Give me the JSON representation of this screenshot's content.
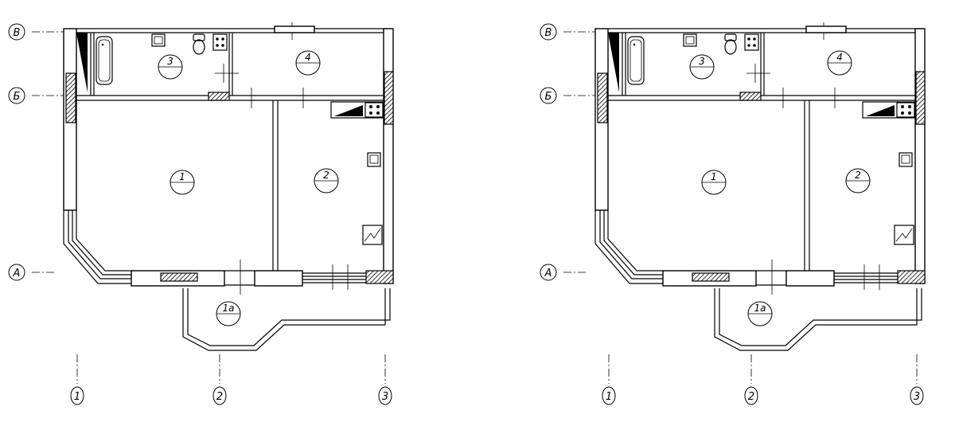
{
  "plans": [
    {
      "rooms": [
        {
          "label": "1"
        },
        {
          "label": "2"
        },
        {
          "label": "3"
        },
        {
          "label": "4"
        },
        {
          "label": "1a"
        }
      ],
      "axes": {
        "rows": [
          "В",
          "Б",
          "А"
        ],
        "cols": [
          "1",
          "2",
          "3"
        ]
      }
    },
    {
      "rooms": [
        {
          "label": "1"
        },
        {
          "label": "2"
        },
        {
          "label": "3"
        },
        {
          "label": "4"
        },
        {
          "label": "1a"
        }
      ],
      "axes": {
        "rows": [
          "В",
          "Б",
          "А"
        ],
        "cols": [
          "1",
          "2",
          "3"
        ]
      }
    }
  ],
  "colors": {
    "line": "#000000",
    "background": "#ffffff"
  }
}
